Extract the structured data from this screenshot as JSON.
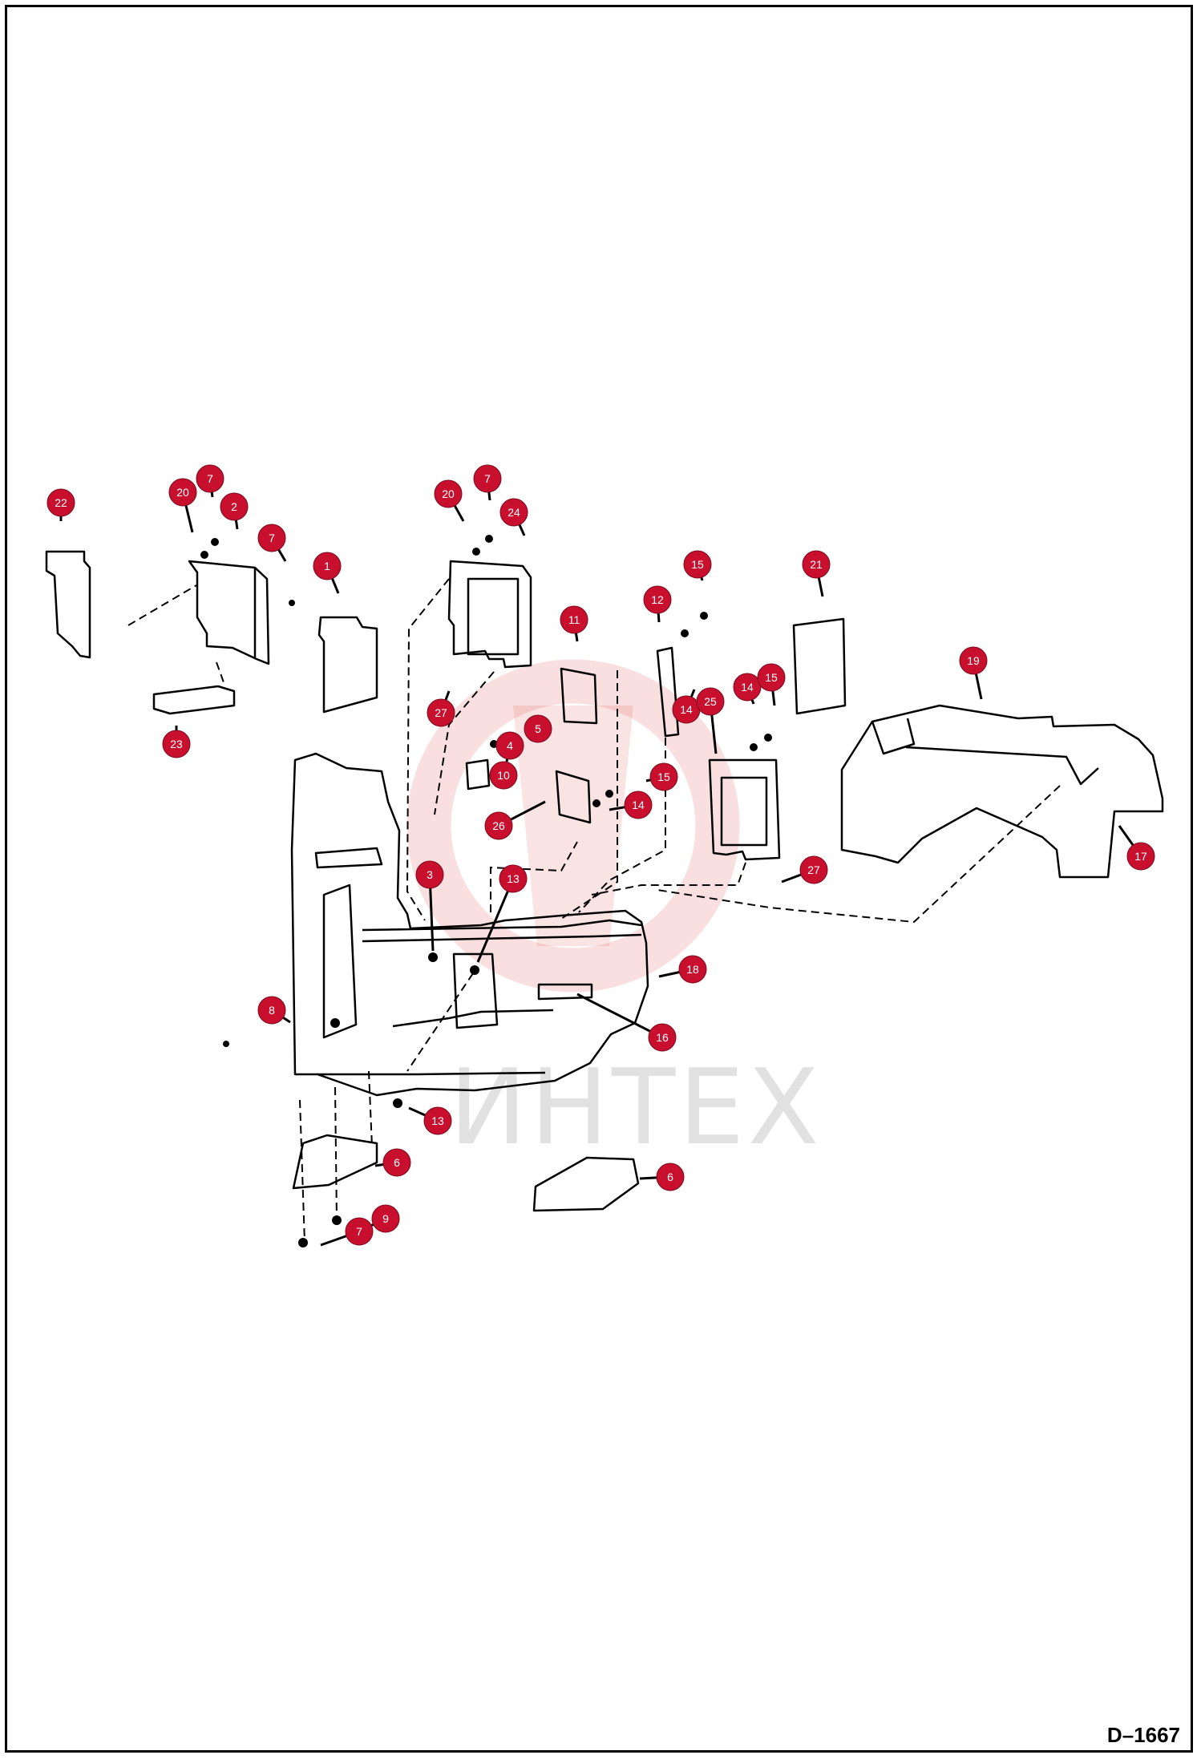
{
  "drawing_code": "D–1667",
  "watermark": {
    "text": "ИНТЕХ"
  },
  "colors": {
    "callout_fill": "#c8102e",
    "callout_text": "#ffffff",
    "line": "#000000",
    "watermark": "#e88a8a"
  },
  "callouts": [
    {
      "label": "22"
    },
    {
      "label": "20"
    },
    {
      "label": "7"
    },
    {
      "label": "2"
    },
    {
      "label": "7"
    },
    {
      "label": "23"
    },
    {
      "label": "1"
    },
    {
      "label": "20"
    },
    {
      "label": "7"
    },
    {
      "label": "24"
    },
    {
      "label": "27"
    },
    {
      "label": "11"
    },
    {
      "label": "12"
    },
    {
      "label": "14"
    },
    {
      "label": "15"
    },
    {
      "label": "21"
    },
    {
      "label": "19"
    },
    {
      "label": "5"
    },
    {
      "label": "4"
    },
    {
      "label": "10"
    },
    {
      "label": "25"
    },
    {
      "label": "14"
    },
    {
      "label": "15"
    },
    {
      "label": "15"
    },
    {
      "label": "14"
    },
    {
      "label": "26"
    },
    {
      "label": "27"
    },
    {
      "label": "17"
    },
    {
      "label": "3"
    },
    {
      "label": "13"
    },
    {
      "label": "18"
    },
    {
      "label": "16"
    },
    {
      "label": "8"
    },
    {
      "label": "13"
    },
    {
      "label": "6"
    },
    {
      "label": "6"
    },
    {
      "label": "9"
    },
    {
      "label": "7"
    }
  ]
}
